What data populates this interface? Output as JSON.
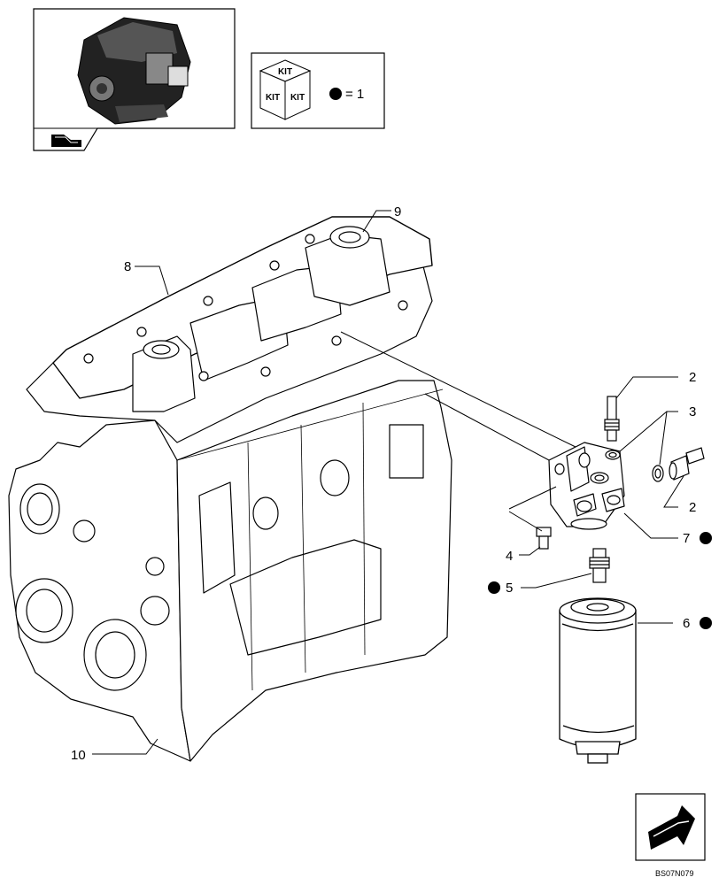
{
  "kit_box": {
    "kit_text": "KIT",
    "equation": "= 1"
  },
  "callouts": {
    "c2a": "2",
    "c3": "3",
    "c2b": "2",
    "c7": "7",
    "c4": "4",
    "c5": "5",
    "c6": "6",
    "c8": "8",
    "c9": "9",
    "c10": "10"
  },
  "drawing_code": "BS07N079"
}
